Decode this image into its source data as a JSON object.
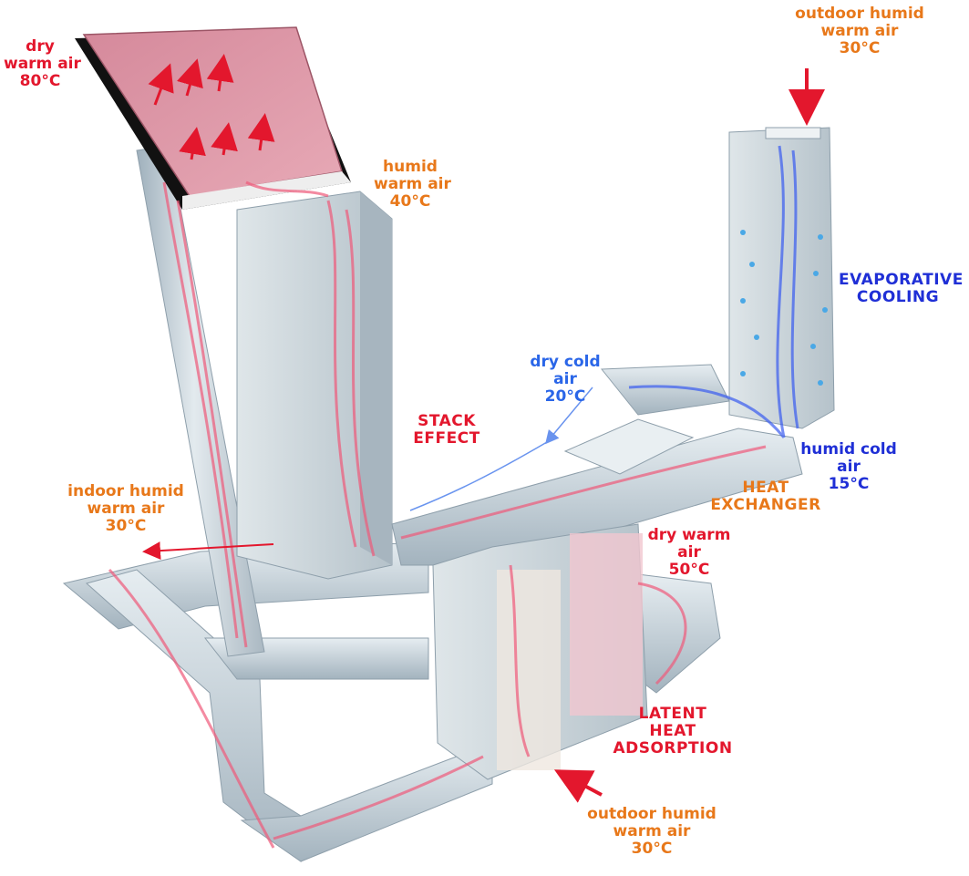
{
  "labels": {
    "dry_warm_top": [
      "dry",
      "warm air",
      "80°C"
    ],
    "outdoor_top": [
      "outdoor humid",
      "warm air",
      "30°C"
    ],
    "humid_warm_40": [
      "humid",
      "warm air",
      "40°C"
    ],
    "evaporative": [
      "EVAPORATIVE",
      "COOLING"
    ],
    "dry_cold": [
      "dry cold",
      "air",
      "20°C"
    ],
    "stack": [
      "STACK",
      "EFFECT"
    ],
    "humid_cold": [
      "humid cold",
      "air",
      "15°C"
    ],
    "heat_exchanger": [
      "HEAT",
      "EXCHANGER"
    ],
    "indoor": [
      "indoor humid",
      "warm air",
      "30°C"
    ],
    "dry_warm_50": [
      "dry warm",
      "air",
      "50°C"
    ],
    "latent": [
      "LATENT",
      "HEAT",
      "ADSORPTION"
    ],
    "outdoor_bottom": [
      "outdoor humid",
      "warm air",
      "30°C"
    ]
  },
  "colors": {
    "duct": "#c9d3da",
    "duct_dark": "#9fb0bc",
    "warm_flow": "#ef5a7a",
    "cold_flow": "#3a5cf0",
    "collector": "#d98a9c",
    "arrow_red": "#e3172d"
  }
}
